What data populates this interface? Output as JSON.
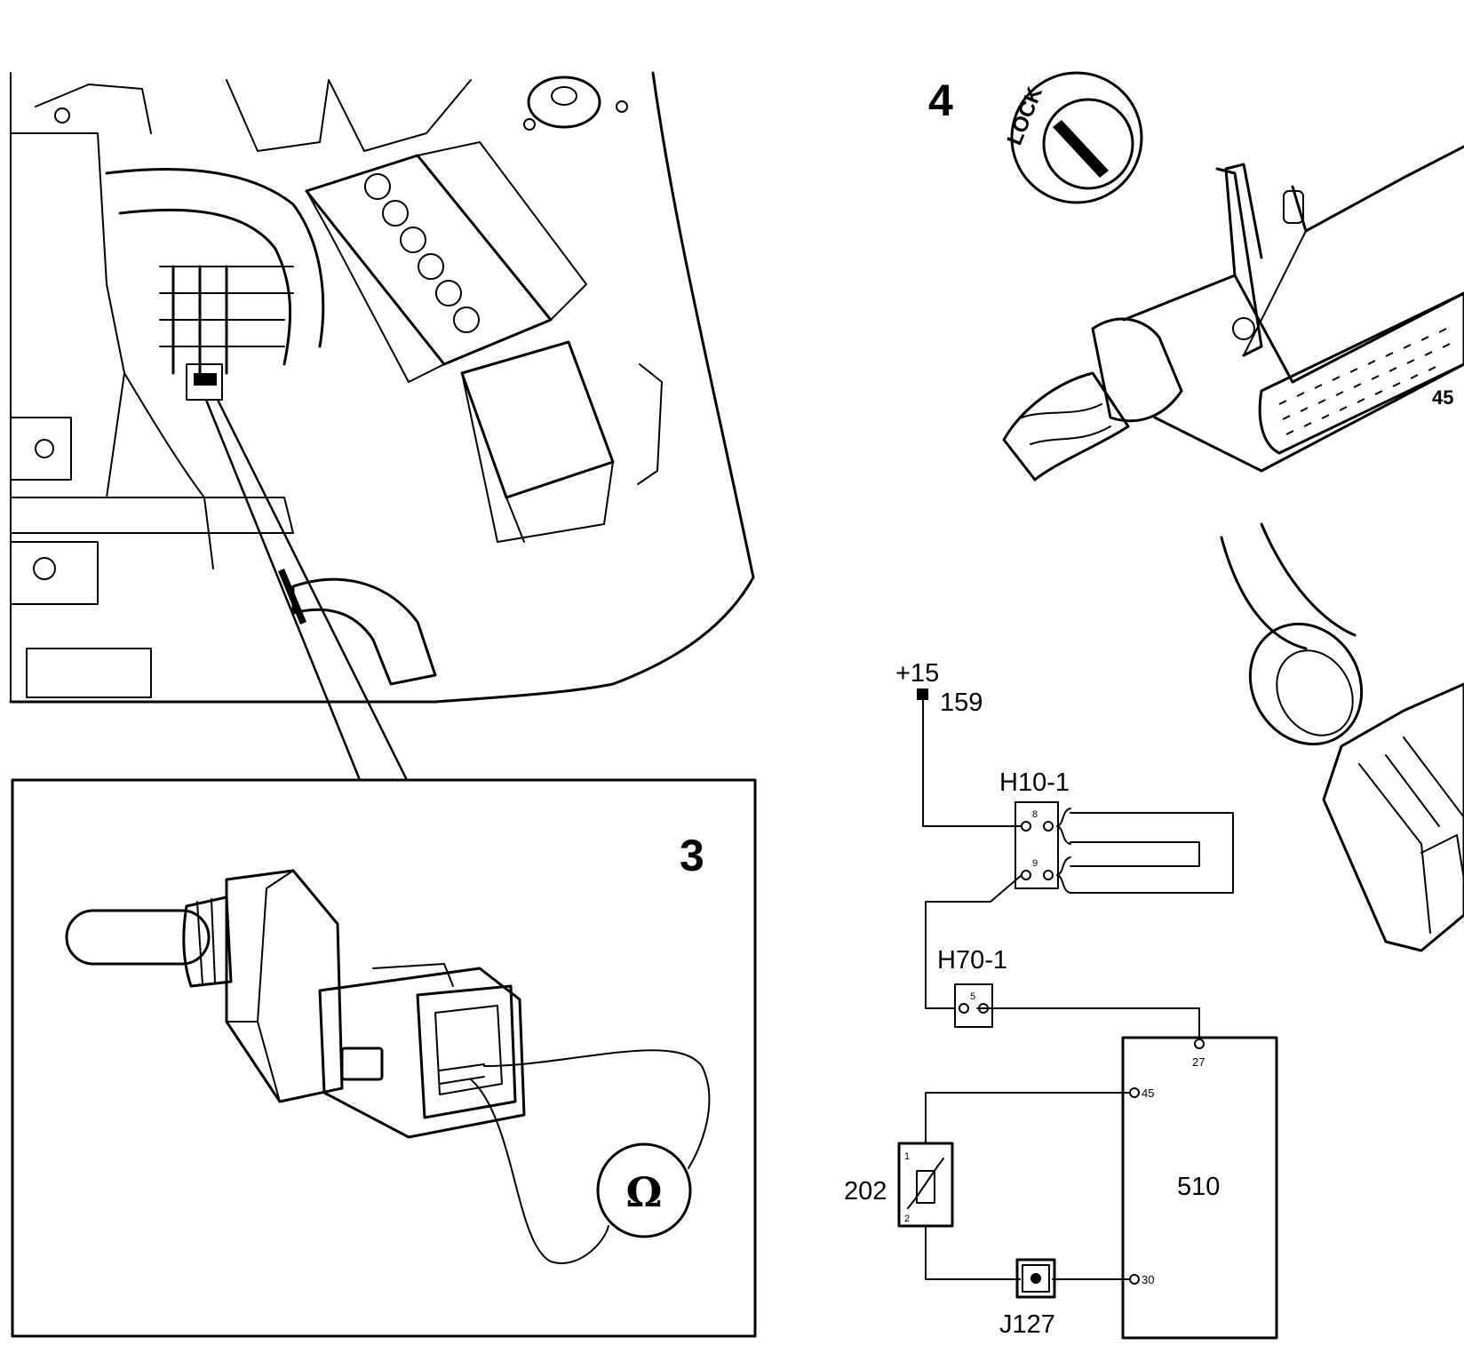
{
  "panels": {
    "engine_bay": {
      "callout": ""
    },
    "sensor_test": {
      "number": "3",
      "meter_symbol": "Ω"
    },
    "ecu_connector": {
      "number": "4",
      "lock_text": "LOCK",
      "pin_label": "45"
    }
  },
  "wiring": {
    "supply": {
      "terminal": "+15",
      "wire": "159"
    },
    "connector_h10": {
      "name": "H10-1",
      "pins": [
        "8",
        "9"
      ]
    },
    "connector_h70": {
      "name": "H70-1",
      "pin": "5"
    },
    "sensor": {
      "name": "202",
      "pins": [
        "1",
        "2"
      ]
    },
    "ground": {
      "name": "J127"
    },
    "ecu": {
      "name": "510",
      "pins": [
        "27",
        "45",
        "30"
      ]
    }
  }
}
